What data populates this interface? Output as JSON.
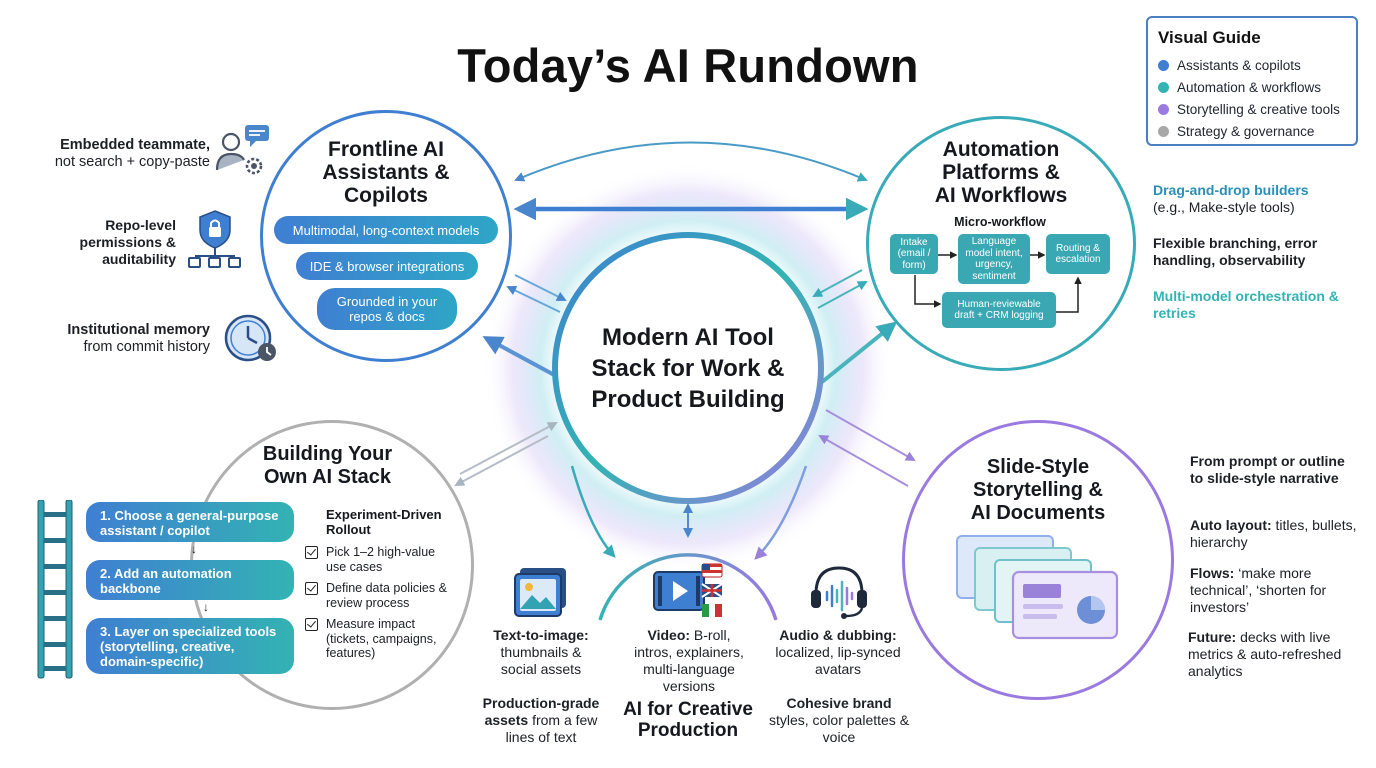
{
  "title": "Today’s AI Rundown",
  "legend": {
    "title": "Visual Guide",
    "items": [
      {
        "label": "Assistants & copilots",
        "color": "#3f7fd2"
      },
      {
        "label": "Automation & workflows",
        "color": "#33b3b3"
      },
      {
        "label": "Storytelling & creative tools",
        "color": "#9a7ae0"
      },
      {
        "label": "Strategy & governance",
        "color": "#a8a8a8"
      }
    ]
  },
  "center": {
    "line1": "Modern AI Tool",
    "line2": "Stack for Work &",
    "line3": "Product Building"
  },
  "assistants": {
    "title_line1": "Frontline AI",
    "title_line2": "Assistants &",
    "title_line3": "Copilots",
    "pills": [
      "Multimodal, long-context models",
      "IDE & browser integrations",
      "Grounded in your repos & docs"
    ],
    "side": [
      {
        "bold": "Embedded teammate,",
        "rest": "not search + copy-paste"
      },
      {
        "bold": "Repo-level permissions & auditability",
        "rest": ""
      },
      {
        "bold": "Institutional memory",
        "rest": "from commit history"
      }
    ]
  },
  "automation": {
    "title_line1": "Automation",
    "title_line2": "Platforms &",
    "title_line3": "AI Workflows",
    "micro_label": "Micro-workflow",
    "nodes": {
      "intake": "Intake (email / form)",
      "language": "Language model intent, urgency, sentiment",
      "routing": "Routing & escalation",
      "human": "Human-reviewable draft + CRM logging"
    },
    "side": [
      {
        "bold": "Drag-and-drop builders",
        "rest": "(e.g., Make-style tools)"
      },
      {
        "bold": "Flexible branching, error handling, observability",
        "rest": ""
      },
      {
        "bold": "Multi-model orchestration & retries",
        "rest": ""
      }
    ]
  },
  "building": {
    "title_line1": "Building Your",
    "title_line2": "Own AI Stack",
    "steps": [
      "1. Choose a general-purpose assistant / copilot",
      "2. Add an automation backbone",
      "3. Layer on specialized tools (storytelling, creative, domain-specific)"
    ],
    "rollout_title": "Experiment-Driven Rollout",
    "checks": [
      "Pick 1–2 high-value use cases",
      "Define data policies & review process",
      "Measure impact (tickets, campaigns, features)"
    ]
  },
  "slides": {
    "title_line1": "Slide-Style",
    "title_line2": "Storytelling &",
    "title_line3": "AI Documents",
    "side": [
      {
        "bold": "From prompt or outline to slide-style narrative",
        "rest": ""
      },
      {
        "bold": "Auto layout:",
        "rest": "titles, bullets, hierarchy"
      },
      {
        "bold": "Flows:",
        "rest": "‘make more technical’, ‘shorten for investors’"
      },
      {
        "bold": "Future:",
        "rest": "decks with live metrics & auto-refreshed analytics"
      }
    ]
  },
  "creative": {
    "title_line1": "AI for Creative",
    "title_line2": "Production",
    "text_to_image": {
      "bold": "Text-to-image:",
      "rest": "thumbnails & social assets"
    },
    "video": {
      "bold": "Video:",
      "rest": "B-roll, intros, explainers, multi-language versions"
    },
    "audio": {
      "bold": "Audio & dubbing:",
      "rest": "localized, lip-synced avatars"
    },
    "production": {
      "bold": "Production-grade assets",
      "rest": "from a few lines of text"
    },
    "brand": {
      "bold": "Cohesive brand",
      "rest": "styles, color palettes & voice"
    }
  }
}
